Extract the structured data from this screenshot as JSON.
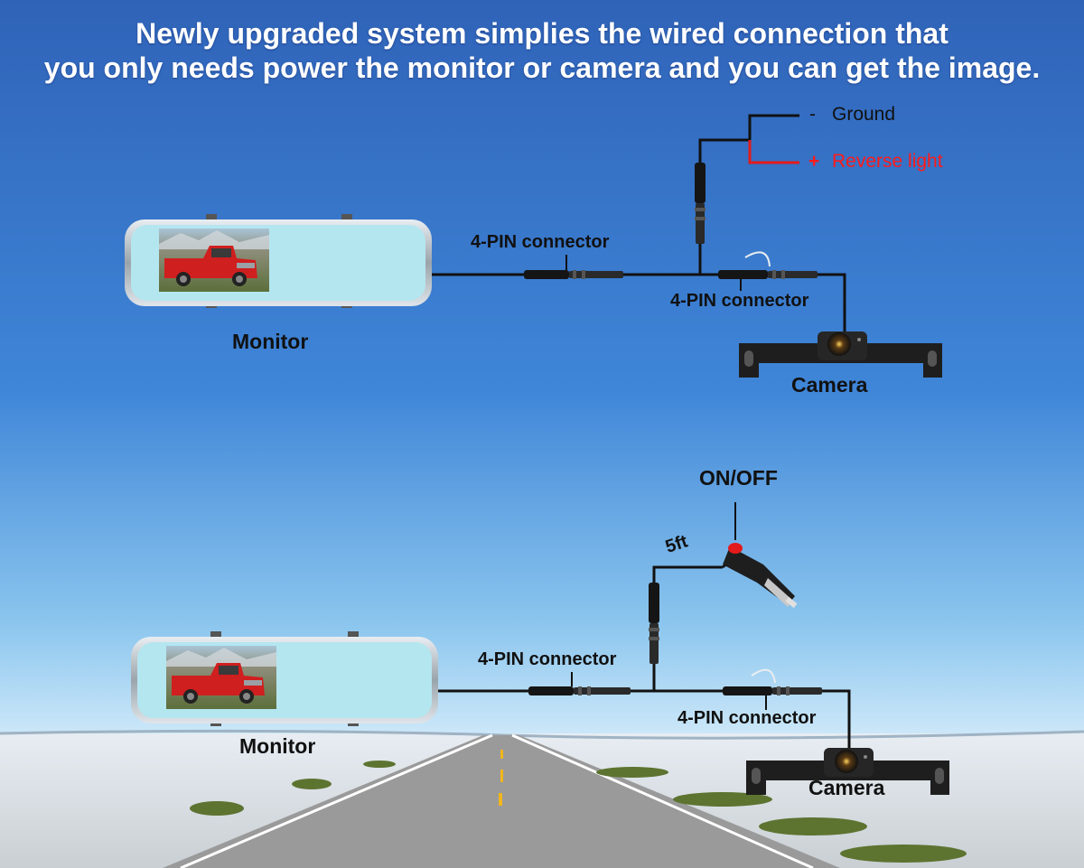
{
  "headline": {
    "line1": "Newly upgraded system simplies the wired connection that",
    "line2": "you only needs power the monitor or camera and you can get the image."
  },
  "diagram_top": {
    "monitor_label": "Monitor",
    "camera_label": "Camera",
    "connector_label_left": "4-PIN connector",
    "connector_label_right": "4-PIN connector",
    "ground_sign": "-",
    "ground_label": "Ground",
    "reverse_sign": "+",
    "reverse_label": "Reverse light"
  },
  "diagram_bottom": {
    "monitor_label": "Monitor",
    "camera_label": "Camera",
    "connector_label_left": "4-PIN connector",
    "connector_label_right": "4-PIN connector",
    "switch_label": "ON/OFF",
    "cable_length_label": "5ft"
  },
  "colors": {
    "sky_top": "#2f63b8",
    "sky_bottom": "#d3ebfa",
    "wire": "#111111",
    "reverse_wire": "#e31b1b",
    "monitor_screen": "#b4e6f0",
    "truck": "#cf1f1f"
  }
}
